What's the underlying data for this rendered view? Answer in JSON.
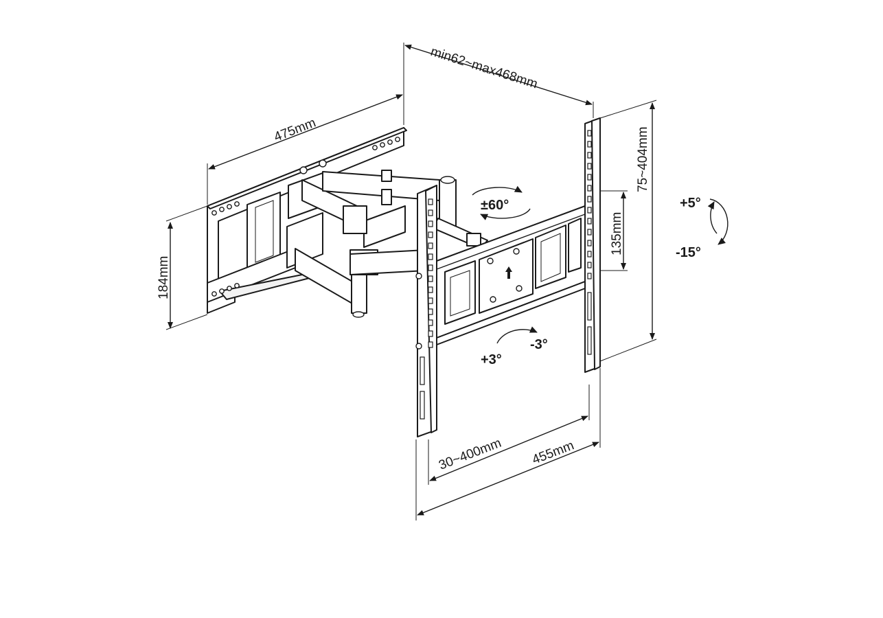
{
  "dimensions": {
    "depth": "min62~max468mm",
    "wall_plate_width": "475mm",
    "wall_plate_height": "184mm",
    "vertical_range": "75~404mm",
    "center_height": "135mm",
    "horizontal_range": "30~400mm",
    "bracket_width": "455mm"
  },
  "angles": {
    "swivel": "±60°",
    "tilt_up": "+5°",
    "tilt_down": "-15°",
    "rotate_plus": "+3°",
    "rotate_minus": "-3°"
  }
}
